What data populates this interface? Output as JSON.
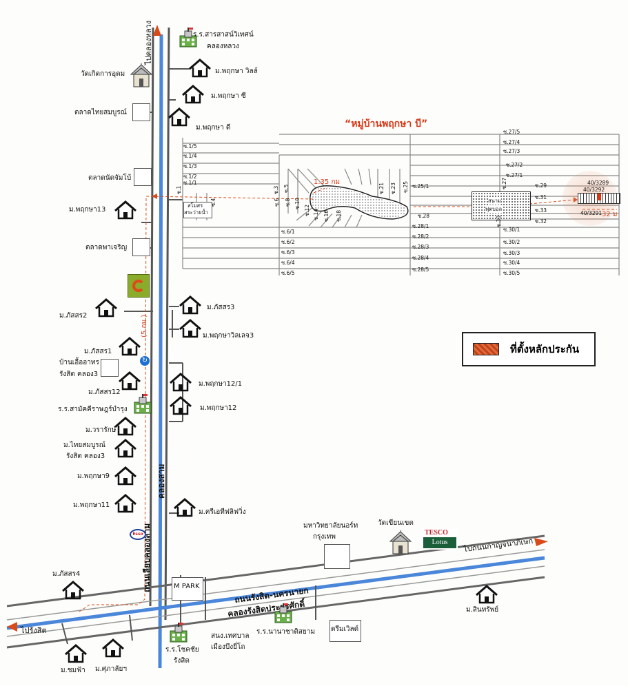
{
  "title": "“หมู่บ้านพฤกษา บี”",
  "legend": {
    "label": "ที่ตั้งหลักประกัน",
    "swatch_color": "#d8552a"
  },
  "roads": {
    "main_road": "ถนนรังสิต-นครนายก",
    "main_canal": "คลองรังสิตประยูรศักดิ์",
    "side_road": "ถนนเลียบคลองสาม",
    "side_canal": "คลองสาม",
    "to_rangsit": "ไปรังสิต",
    "to_klong_luang": "ไปคลองหลวง",
    "to_kanchanaphisek": "ไปถนนกาญจนาภิเษก",
    "dist_5km": "(5 กม.)",
    "dist_135km": "1.35 กม",
    "dist_32m": "32 ม"
  },
  "plots": {
    "a": "40/3289",
    "b": "40/3292",
    "c": "40/3291"
  },
  "places": {
    "school_sarasas": "ร.ร.สารสาสน์วิเทศน์",
    "school_sarasas2": "คลองหลวง",
    "wat_kerd": "วัดเกิดการอุดม",
    "phruksa_villa": "ม.พฤกษา วิลล์",
    "phruksa_c": "ม.พฤกษา ซี",
    "phruksa_d": "ม.พฤกษา ดี",
    "market_thaisom": "ตลาดไทยสมบูรณ์",
    "market_nat": "ตลาดนัดจัมโบ้",
    "phruksa13": "ม.พฤกษา13",
    "market_pa": "ตลาดพาเจริญ",
    "passorn2": "ม.ภัสสร2",
    "passorn3": "ม.ภัสสร3",
    "phruksa_village3": "ม.พฤกษาวิลเลจ3",
    "passorn1": "ม.ภัสสร1",
    "baan_ua": "บ้านเอื้ออาทร",
    "baan_ua2": "รังสิต คลอง3",
    "passorn12": "ม.ภัสสร12",
    "phruksa12_1": "ม.พฤกษา12/1",
    "school_samak": "ร.ร.สามัคคีราษฎร์บำรุง",
    "phruksa12": "ม.พฤกษา12",
    "warart": "ม.วรารักษ์",
    "thaisom": "ม.ไทยสมบูรณ์",
    "thaisom2": "รังสิต คลอง3",
    "phruksa9": "ม.พฤกษา9",
    "phruksa11": "ม.พฤกษา11",
    "crytie": "ม.ครีเอทีฟลิฟวิ่ง",
    "univ": "มหาวิทยาลัยนอร์ท",
    "univ2": "กรุงเทพ",
    "wat_khian": "วัดเขียนเขต",
    "mpark": "M PARK",
    "passorn4": "ม.ภัสสร4",
    "sinsap": "ม.สินทรัพย์",
    "school_chok": "ร.ร.โชคชัย",
    "school_chok2": "รังสิต",
    "municipal": "สนง.เทศบาล",
    "municipal2": "เมืองบึงยี่โถ",
    "school_nana": "ร.ร.นานาชาติสยาม",
    "dreamworld": "ดรีมเวิลด์",
    "chom_fa": "ม.ชมฟ้า",
    "sukalai": "ม.ศุภาลัยฯ",
    "swimming": "สโมสร",
    "swimming2": "สระว่ายน้ำ",
    "stadium": "สนาม",
    "stadium2": "ฟุตบอล",
    "bigc": "Big C",
    "tesco": "TESCO",
    "lotus": "Lotus",
    "esso": "Esso"
  },
  "sois_left": [
    "ซ.1/5",
    "ซ.1/4",
    "ซ.1/3",
    "ซ.1/2",
    "ซ.1/1",
    "ซ.1"
  ],
  "sois_vert": [
    "ซ.3",
    "ซ.4",
    "ซ.5",
    "ซ.6",
    "ซ.8",
    "ซ.10",
    "ซ.12",
    "ซ.14",
    "ซ.16",
    "ซ.18",
    "ซ.21",
    "ซ.23",
    "ซ.25"
  ],
  "sois_bl": [
    "ซ.6/1",
    "ซ.6/2",
    "ซ.6/3",
    "ซ.6/4",
    "ซ.6/5"
  ],
  "sois_mid": [
    "ซ.25/1",
    "ซ.28",
    "ซ.28/1",
    "ซ.28/2",
    "ซ.28/3",
    "ซ.28/4",
    "ซ.28/5"
  ],
  "sois_right_top": [
    "ซ.27/5",
    "ซ.27/4",
    "ซ.27/3",
    "ซ.27/2",
    "ซ.27/1",
    "ซ.27"
  ],
  "sois_right": [
    "ซ.29",
    "ซ.31",
    "ซ.33",
    "ซ.32",
    "ซ.30",
    "ซ.30/1",
    "ซ.30/2",
    "ซ.30/3",
    "ซ.30/4",
    "ซ.30/5"
  ]
}
